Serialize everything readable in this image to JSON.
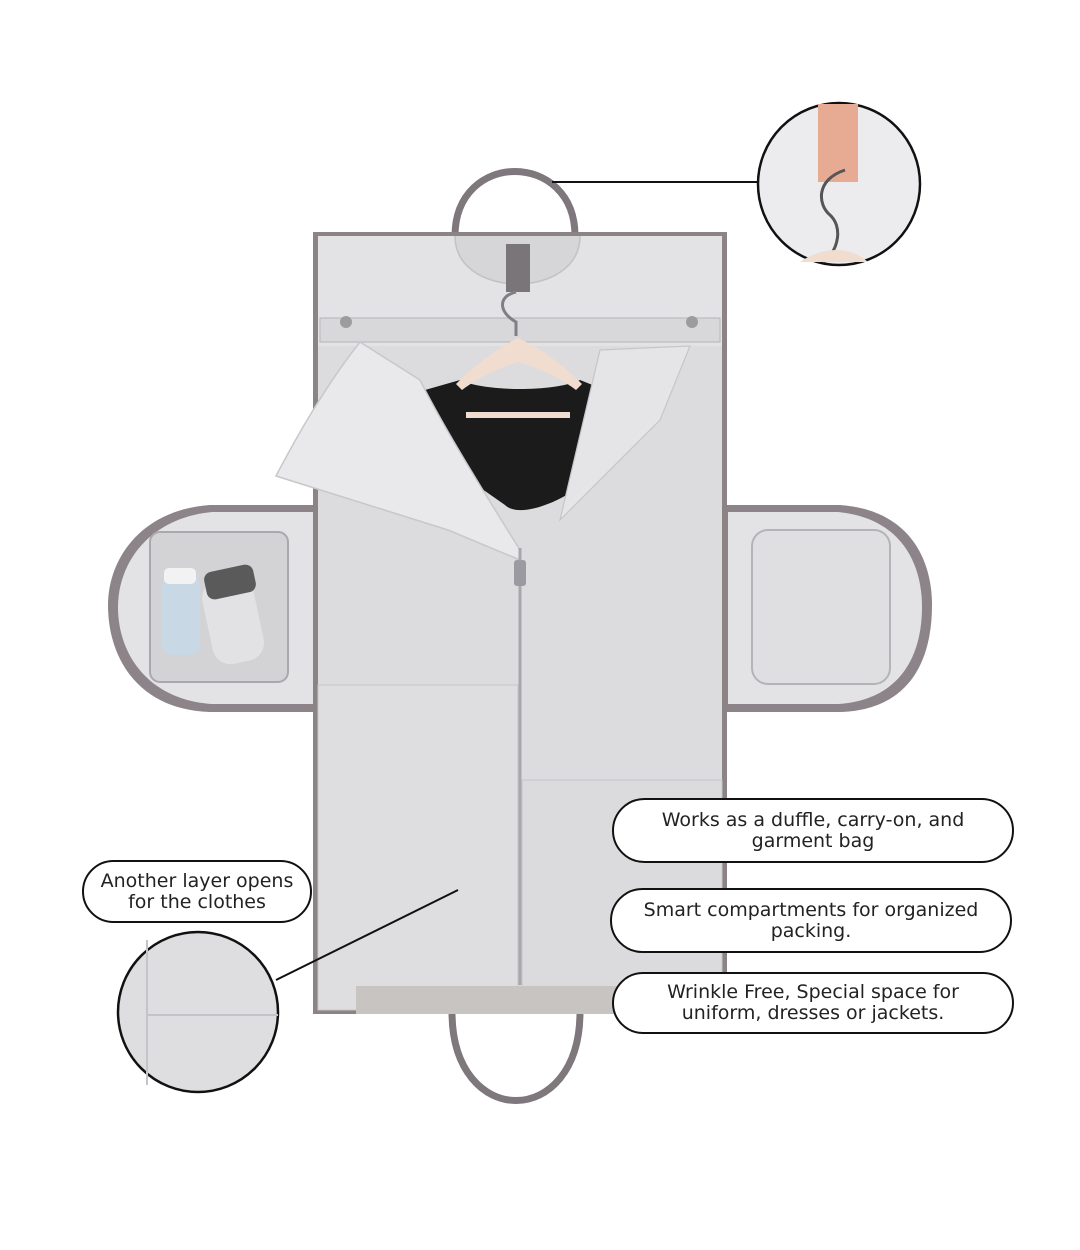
{
  "callouts": {
    "layer": {
      "line1": "Another layer opens",
      "line2": "for the clothes"
    },
    "duffle": {
      "line1": "Works as a duffle, carry-on, and",
      "line2": "garment bag"
    },
    "compartments": {
      "line1": "Smart compartments for organized",
      "line2": "packing."
    },
    "wrinkle": {
      "line1": "Wrinkle Free, Special space for",
      "line2": "uniform, dresses or jackets."
    }
  },
  "colors": {
    "bag_fabric": "#dcdcde",
    "bag_fabric_light": "#e6e6e8",
    "trim": "#8c8488",
    "handle": "#7e777b",
    "garment": "#1b1b1b",
    "tag": "#e6ab92",
    "hanger": "#f0ddd0",
    "bottle": "#c8d8e4"
  }
}
